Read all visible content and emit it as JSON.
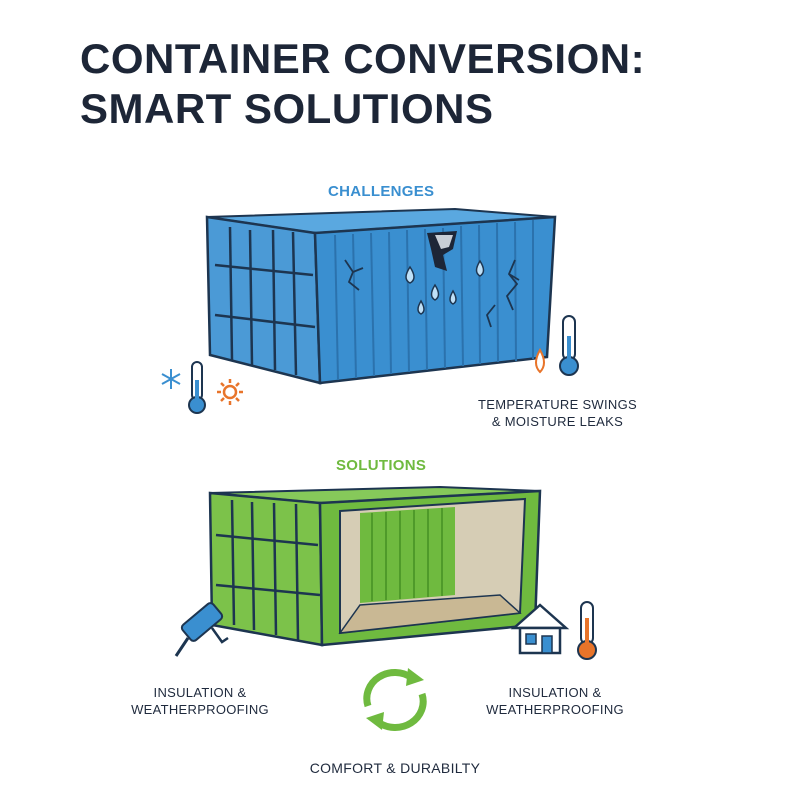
{
  "title": {
    "line1": "CONTAINER CONVERSION:",
    "line2": "SMART SOLUTIONS"
  },
  "challenges": {
    "label": "CHALLENGES",
    "caption_line1": "TEMPERATURE SWINGS",
    "caption_line2": "& MOISTURE LEAKS",
    "color": "#3a8fd0",
    "icons": [
      "snowflake-icon",
      "thermometer-icon",
      "sun-icon",
      "water-drop-icon"
    ]
  },
  "solutions": {
    "label": "SOLUTIONS",
    "caption_left_line1": "INSULATION &",
    "caption_left_line2": "WEATHERPROOFING",
    "caption_right_line1": "INSULATION &",
    "caption_right_line2": "WEATHERPROOFING",
    "color": "#6fba3f",
    "icons": [
      "caulk-gun-icon",
      "house-icon",
      "thermometer-icon",
      "cycle-arrows-icon"
    ]
  },
  "footer": {
    "text": "COMFORT & DURABILTY"
  },
  "colors": {
    "title": "#1d2637",
    "challenge_blue": "#3a8fd0",
    "solution_green": "#6fba3f",
    "accent_orange": "#e8742a"
  }
}
